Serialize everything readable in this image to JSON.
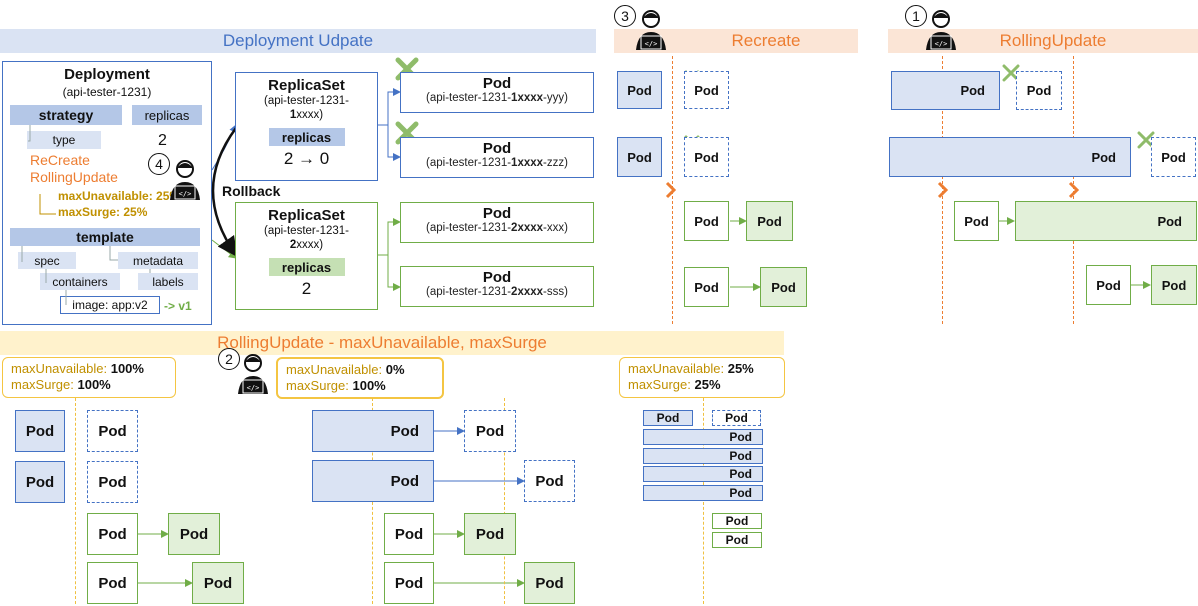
{
  "titles": {
    "deployment_update": "Deployment Udpate",
    "recreate": "Recreate",
    "rolling_update": "RollingUpdate",
    "rolling_params": "RollingUpdate - maxUnavailable, maxSurge"
  },
  "step_numbers": {
    "one": "1",
    "two": "2",
    "three": "3",
    "four": "4"
  },
  "deployment": {
    "title": "Deployment",
    "name": "(api-tester-1231)",
    "strategy": "strategy",
    "replicas": "replicas",
    "type": "type",
    "replicas_value": "2",
    "recreate": "ReCreate",
    "rolling": "RollingUpdate",
    "max_unavailable": "maxUnavailable: 25%",
    "max_surge": "maxSurge: 25%",
    "template": "template",
    "spec": "spec",
    "metadata": "metadata",
    "containers": "containers",
    "labels": "labels",
    "image": "image: app:v2",
    "image_prev": "-> v1"
  },
  "rollback": "Rollback",
  "replicasets": [
    {
      "title": "ReplicaSet",
      "name_a": "(api-tester-1231-",
      "name_b": "1",
      "name_c": "xxxx)",
      "replicas_label": "replicas",
      "replicas_value": "2 → 0"
    },
    {
      "title": "ReplicaSet",
      "name_a": "(api-tester-1231-",
      "name_b": "2",
      "name_c": "xxxx)",
      "replicas_label": "replicas",
      "replicas_value": "2"
    }
  ],
  "pods": [
    {
      "title": "Pod",
      "pre": "(api-tester-1231-",
      "bold": "1xxxx",
      "post": "-yyy)"
    },
    {
      "title": "Pod",
      "pre": "(api-tester-1231-",
      "bold": "1xxxx",
      "post": "-zzz)"
    },
    {
      "title": "Pod",
      "pre": "(api-tester-1231-",
      "bold": "2xxxx",
      "post": "-xxx)"
    },
    {
      "title": "Pod",
      "pre": "(api-tester-1231-",
      "bold": "2xxxx",
      "post": "-sss)"
    }
  ],
  "pod_label": "Pod",
  "params": [
    {
      "k1": "maxUnavailable: ",
      "v1": "100%",
      "k2": "maxSurge: ",
      "v2": "100%"
    },
    {
      "k1": "maxUnavailable: ",
      "v1": "0%",
      "k2": "maxSurge: ",
      "v2": "100%"
    },
    {
      "k1": "maxUnavailable: ",
      "v1": "25%",
      "k2": "maxSurge: ",
      "v2": "25%"
    }
  ],
  "colors": {
    "blue": "#4472c4",
    "orange": "#ed7d31",
    "green": "#70ad47",
    "yellow": "#f4c542"
  }
}
